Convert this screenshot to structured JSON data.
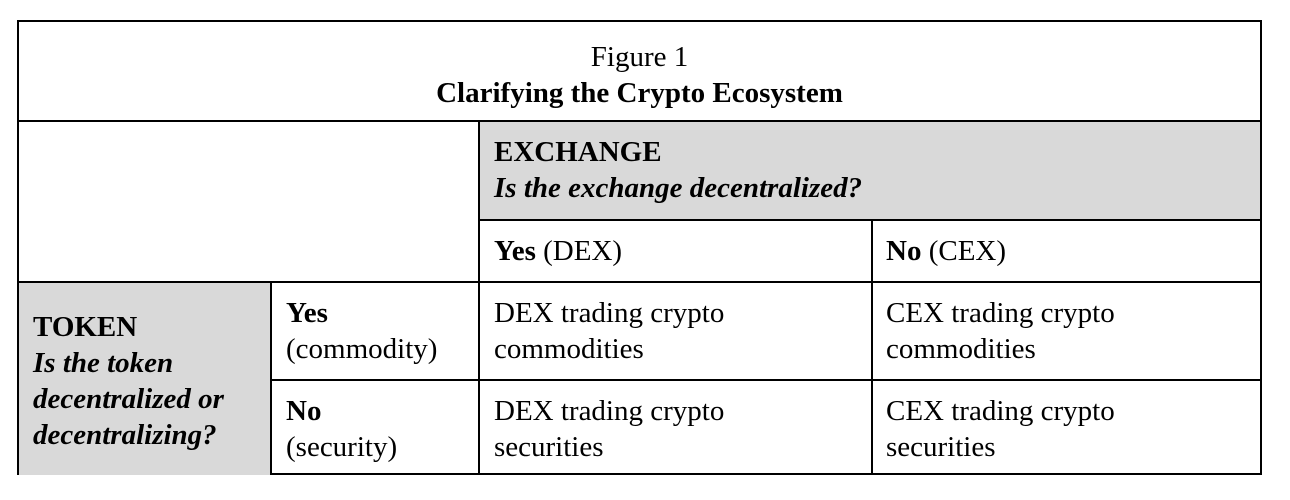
{
  "figure": {
    "number_label": "Figure 1",
    "title": "Clarifying the Crypto Ecosystem"
  },
  "exchange_header": {
    "label": "EXCHANGE",
    "question": "Is the exchange decentralized?"
  },
  "exchange_columns": [
    {
      "answer": "Yes",
      "qualifier": " (DEX)"
    },
    {
      "answer": "No",
      "qualifier": " (CEX)"
    }
  ],
  "token_header": {
    "label": "TOKEN",
    "question_lines": [
      "Is the token",
      "decentralized or",
      "decentralizing?"
    ]
  },
  "token_rows": [
    {
      "answer": "Yes",
      "qualifier": "(commodity)",
      "cells": [
        [
          "DEX trading crypto",
          "commodities"
        ],
        [
          "CEX trading crypto",
          "commodities"
        ]
      ]
    },
    {
      "answer": "No",
      "qualifier": "(security)",
      "cells": [
        [
          "DEX trading crypto",
          "securities"
        ],
        [
          "CEX trading crypto",
          "securities"
        ]
      ]
    }
  ],
  "colors": {
    "header_fill": "#d9d9d9",
    "border": "#000000",
    "background": "#ffffff"
  }
}
